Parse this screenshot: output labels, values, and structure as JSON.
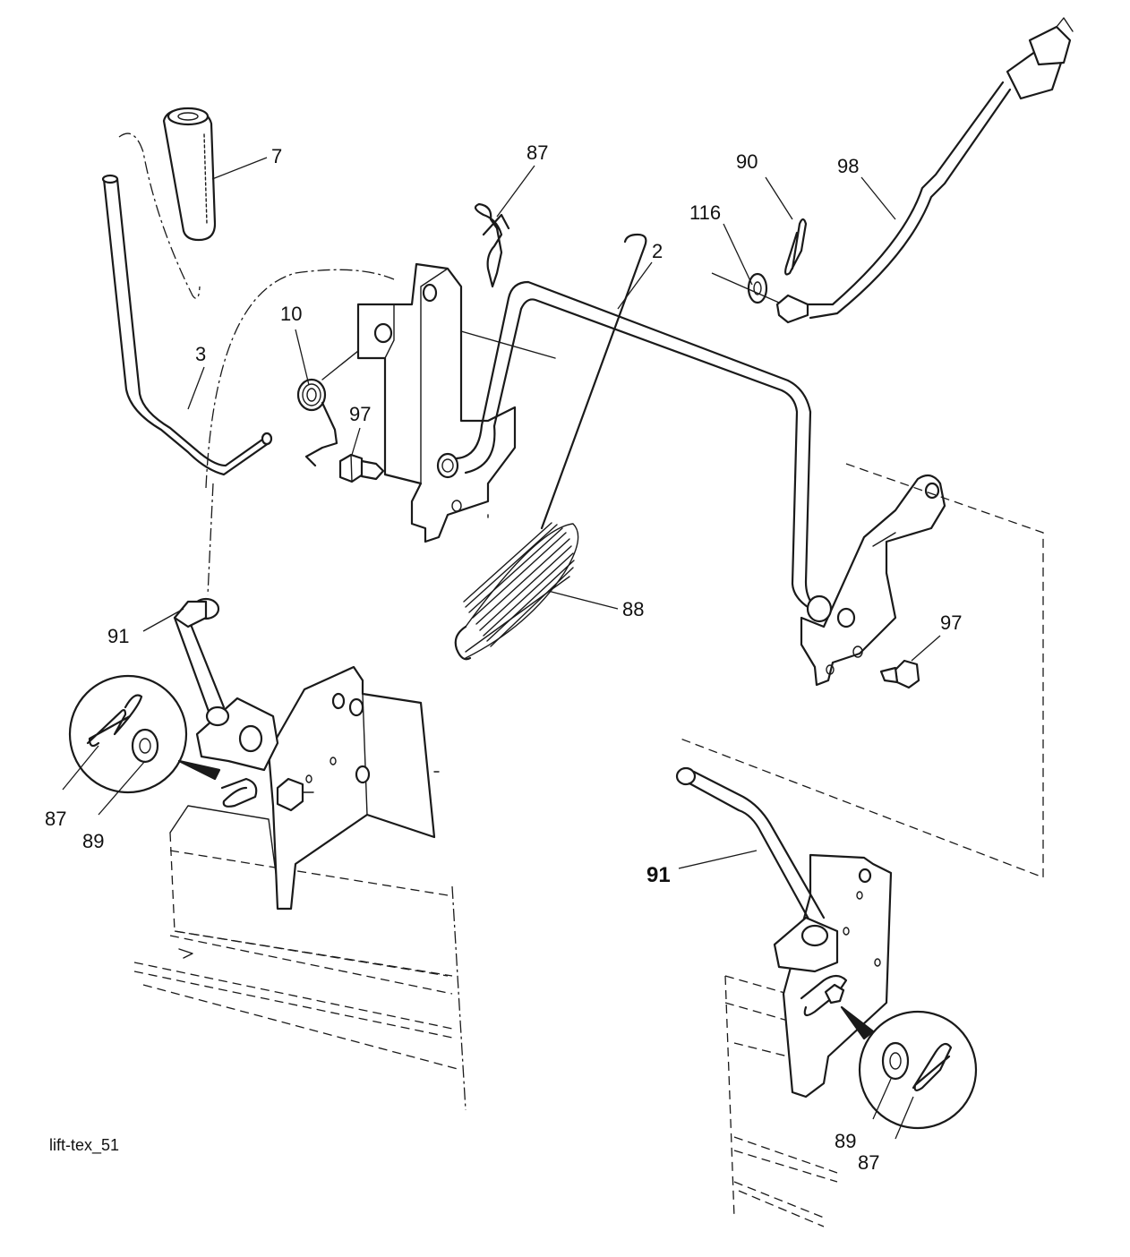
{
  "diagram": {
    "callouts": {
      "c7": "7",
      "c87_top": "87",
      "c90": "90",
      "c98": "98",
      "c116": "116",
      "c2": "2",
      "c10": "10",
      "c3": "3",
      "c97_mid": "97",
      "c88": "88",
      "c97_right": "97",
      "c91_left": "91",
      "c87_left": "87",
      "c89_left": "89",
      "c91_right": "91",
      "c89_right": "89",
      "c87_right": "87"
    },
    "footer_label": "lift-tex_51"
  }
}
